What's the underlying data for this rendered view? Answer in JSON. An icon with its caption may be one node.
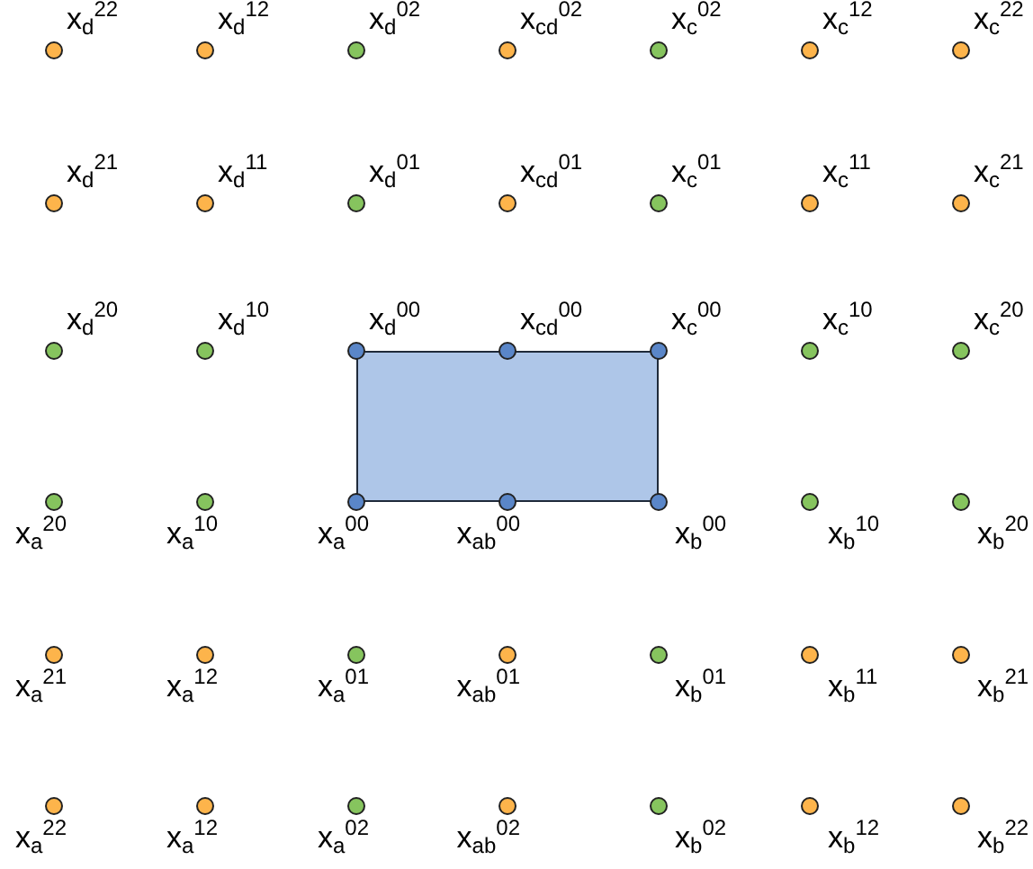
{
  "diagram": {
    "nodes": [
      {
        "text": [],
        "shape": "circle",
        "beside": [
          "x$_{d}$$^{22}$"
        ]
      },
      {
        "text": [],
        "shape": "circle",
        "beside": [
          "x$_{d}$$^{12}$"
        ]
      },
      {
        "text": [],
        "shape": "circle",
        "beside": [
          "x$_{d}$$^{02}$"
        ]
      },
      {
        "text": [],
        "shape": "circle",
        "beside": [
          "x$_{cd}$$^{02}$"
        ]
      },
      {
        "text": [],
        "shape": "circle",
        "beside": [
          "x$_{c}$$^{02}$"
        ]
      },
      {
        "text": [],
        "shape": "circle",
        "beside": [
          "x$_{c}$$^{12}$"
        ]
      },
      {
        "text": [],
        "shape": "circle",
        "beside": [
          "x$_{c}$$^{22}$"
        ]
      },
      {
        "text": [],
        "shape": "circle",
        "beside": [
          "x$_{d}$$^{21}$"
        ]
      },
      {
        "text": [],
        "shape": "circle",
        "beside": [
          "x$_{d}$$^{11}$"
        ]
      },
      {
        "text": [],
        "shape": "circle",
        "beside": [
          "x$_{d}$$^{01}$"
        ]
      },
      {
        "text": [],
        "shape": "circle",
        "beside": [
          "x$_{cd}$$^{01}$"
        ]
      },
      {
        "text": [],
        "shape": "circle",
        "beside": [
          "x$_{c}$$^{01}$"
        ]
      },
      {
        "text": [],
        "shape": "circle",
        "beside": [
          "x$_{c}$$^{11}$"
        ]
      },
      {
        "text": [],
        "shape": "circle",
        "beside": [
          "x$_{c}$$^{21}$"
        ]
      },
      {
        "text": [],
        "shape": "circle",
        "beside": [
          "x$_{d}$$^{20}$"
        ]
      },
      {
        "text": [],
        "shape": "circle",
        "beside": [
          "x$_{d}$$^{10}$"
        ]
      },
      {
        "text": [],
        "shape": "circle",
        "beside": [
          "x$_{d}$$^{00}$"
        ]
      },
      {
        "text": [],
        "shape": "circle",
        "beside": [
          "x$_{cd}$$^{00}$"
        ]
      },
      {
        "text": [],
        "shape": "circle",
        "beside": [
          "x$_{c}$$^{00}$"
        ]
      },
      {
        "text": [],
        "shape": "circle",
        "beside": [
          "x$_{c}$$^{10}$"
        ]
      },
      {
        "text": [],
        "shape": "circle",
        "beside": [
          "x$_{c}$$^{20}$"
        ]
      },
      {
        "text": [],
        "shape": "circle",
        "beside": [
          "x$_{a}$$^{20}$"
        ]
      },
      {
        "text": [],
        "shape": "circle",
        "beside": [
          "x$_{a}$$^{10}$"
        ]
      },
      {
        "text": [],
        "shape": "circle",
        "beside": [
          "x$_{a}$$^{00}$"
        ]
      },
      {
        "text": [],
        "shape": "circle",
        "beside": [
          "x$_{ab}$$^{00}$"
        ]
      },
      {
        "text": [],
        "shape": "circle",
        "beside": [
          "x$_{b}$$^{00}$"
        ]
      },
      {
        "text": [],
        "shape": "circle",
        "beside": [
          "x$_{b}$$^{10}$"
        ]
      },
      {
        "text": [],
        "shape": "circle",
        "beside": [
          "x$_{b}$$^{20}$"
        ]
      },
      {
        "text": [],
        "shape": "circle",
        "beside": [
          "x$_{a}$$^{21}$"
        ]
      },
      {
        "text": [],
        "shape": "circle",
        "beside": [
          "x$_{a}$$^{12}$"
        ]
      },
      {
        "text": [],
        "shape": "circle",
        "beside": [
          "x$_{a}$$^{01}$"
        ]
      },
      {
        "text": [],
        "shape": "circle",
        "beside": [
          "x$_{ab}$$^{01}$"
        ]
      },
      {
        "text": [],
        "shape": "circle",
        "beside": [
          "x$_{b}$$^{01}$"
        ]
      },
      {
        "text": [],
        "shape": "circle",
        "beside": [
          "x$_{b}$$^{11}$"
        ]
      },
      {
        "text": [],
        "shape": "circle",
        "beside": [
          "x$_{b}$$^{21}$"
        ]
      },
      {
        "text": [],
        "shape": "circle",
        "beside": [
          "x$_{a}$$^{22}$"
        ]
      },
      {
        "text": [],
        "shape": "circle",
        "beside": [
          "x$_{a}$$^{12}$"
        ]
      },
      {
        "text": [],
        "shape": "circle",
        "beside": [
          "x$_{a}$$^{02}$"
        ]
      },
      {
        "text": [],
        "shape": "circle",
        "beside": [
          "x$_{ab}$$^{02}$"
        ]
      },
      {
        "text": [],
        "shape": "circle",
        "beside": [
          "x$_{b}$$^{02}$"
        ]
      },
      {
        "text": [],
        "shape": "circle",
        "beside": [
          "x$_{b}$$^{12}$"
        ]
      },
      {
        "text": [],
        "shape": "circle",
        "beside": [
          "x$_{b}$$^{22}$"
        ]
      },
      {
        "text": [],
        "shape": "box"
      }
    ]
  }
}
